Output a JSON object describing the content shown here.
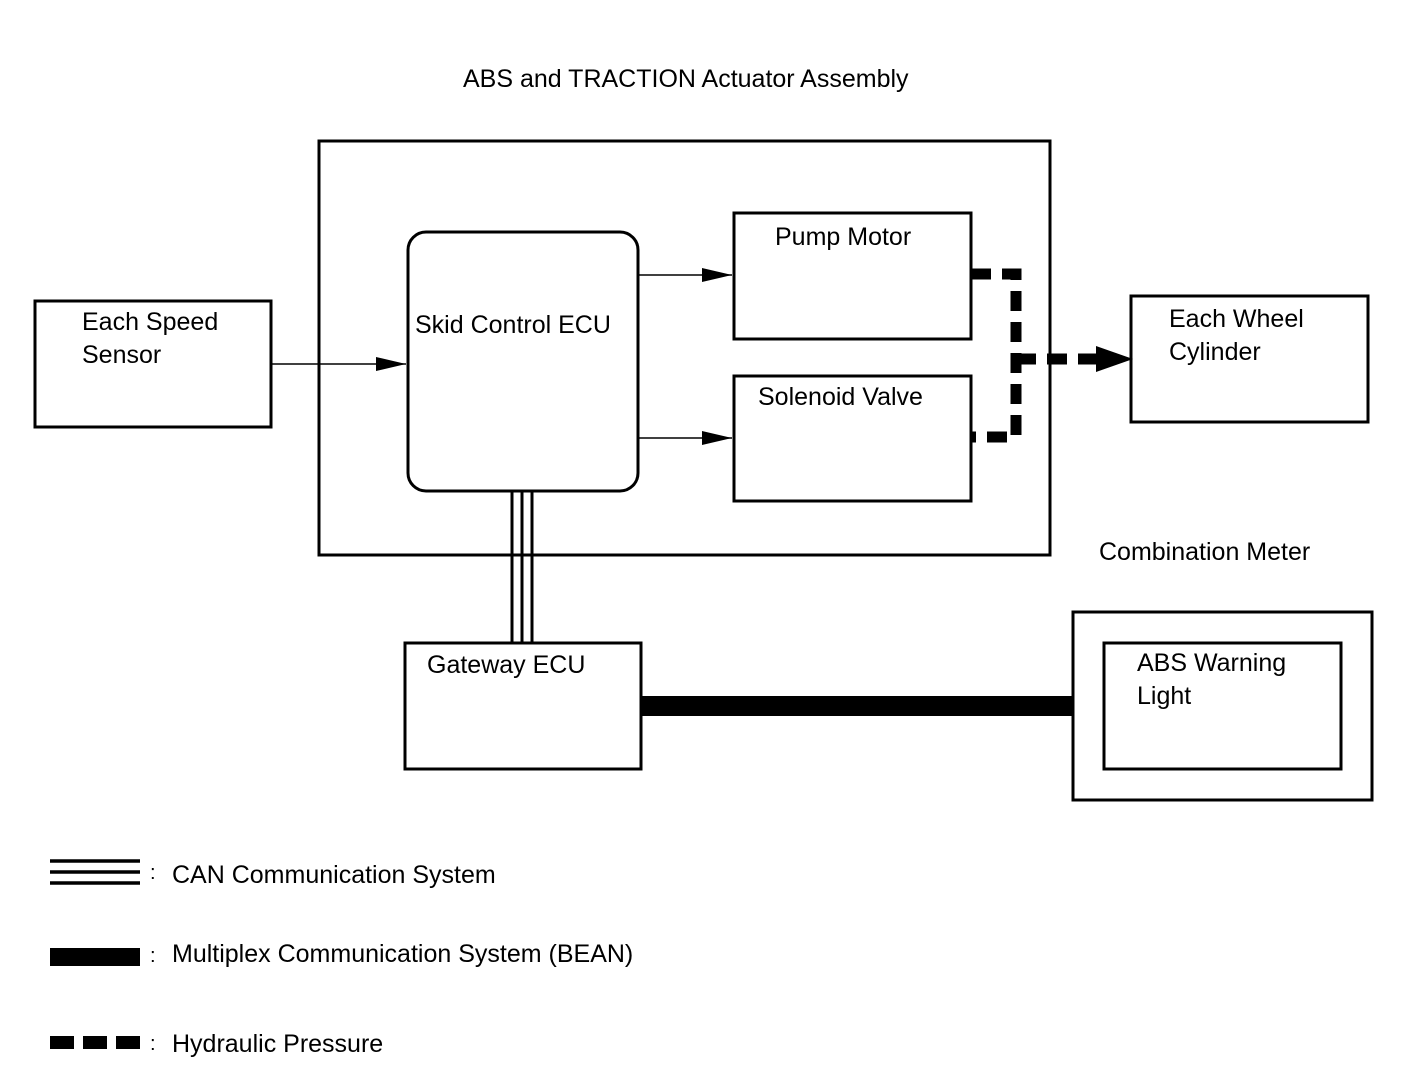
{
  "assembly": {
    "title": "ABS and TRACTION Actuator Assembly",
    "skid_ecu": "Skid Control ECU",
    "pump_motor": "Pump Motor",
    "solenoid_valve": "Solenoid Valve"
  },
  "speed_sensor": {
    "line1": "Each Speed",
    "line2": "Sensor"
  },
  "wheel_cylinder": {
    "line1": "Each Wheel",
    "line2": "Cylinder"
  },
  "gateway_ecu": "Gateway ECU",
  "combination_meter": {
    "title": "Combination Meter",
    "warning_light": {
      "line1": "ABS Warning",
      "line2": "Light"
    }
  },
  "legend": {
    "separator": ":",
    "can": "CAN Communication System",
    "bean": "Multiplex Communication System (BEAN)",
    "hydraulic": "Hydraulic Pressure"
  }
}
